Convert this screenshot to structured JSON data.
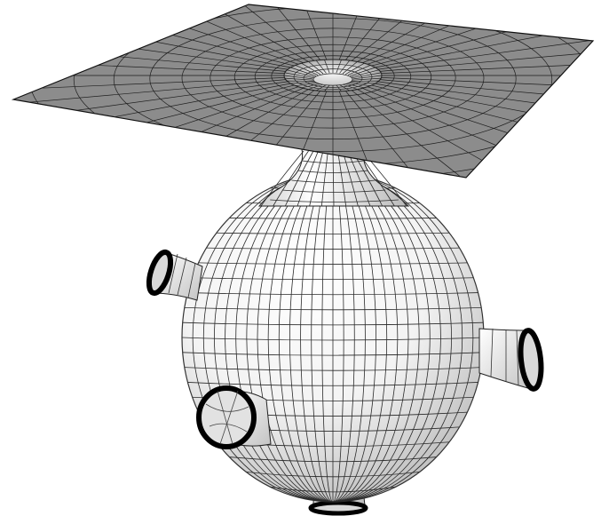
{
  "figure": {
    "colors": {
      "background": "#ffffff",
      "plane_fill": "#8c8c8c",
      "plane_grid": "#1e1e1e",
      "surface_light": "#ffffff",
      "surface_dark": "#bdbdbd",
      "surface_grid": "#2a2a2a",
      "tube_rim": "#000000",
      "tube_inner": "#d9d9d9"
    },
    "grid": {
      "plane_rings": 14,
      "plane_spokes": 48,
      "sphere_meridians": 28,
      "sphere_parallels": 22
    }
  }
}
